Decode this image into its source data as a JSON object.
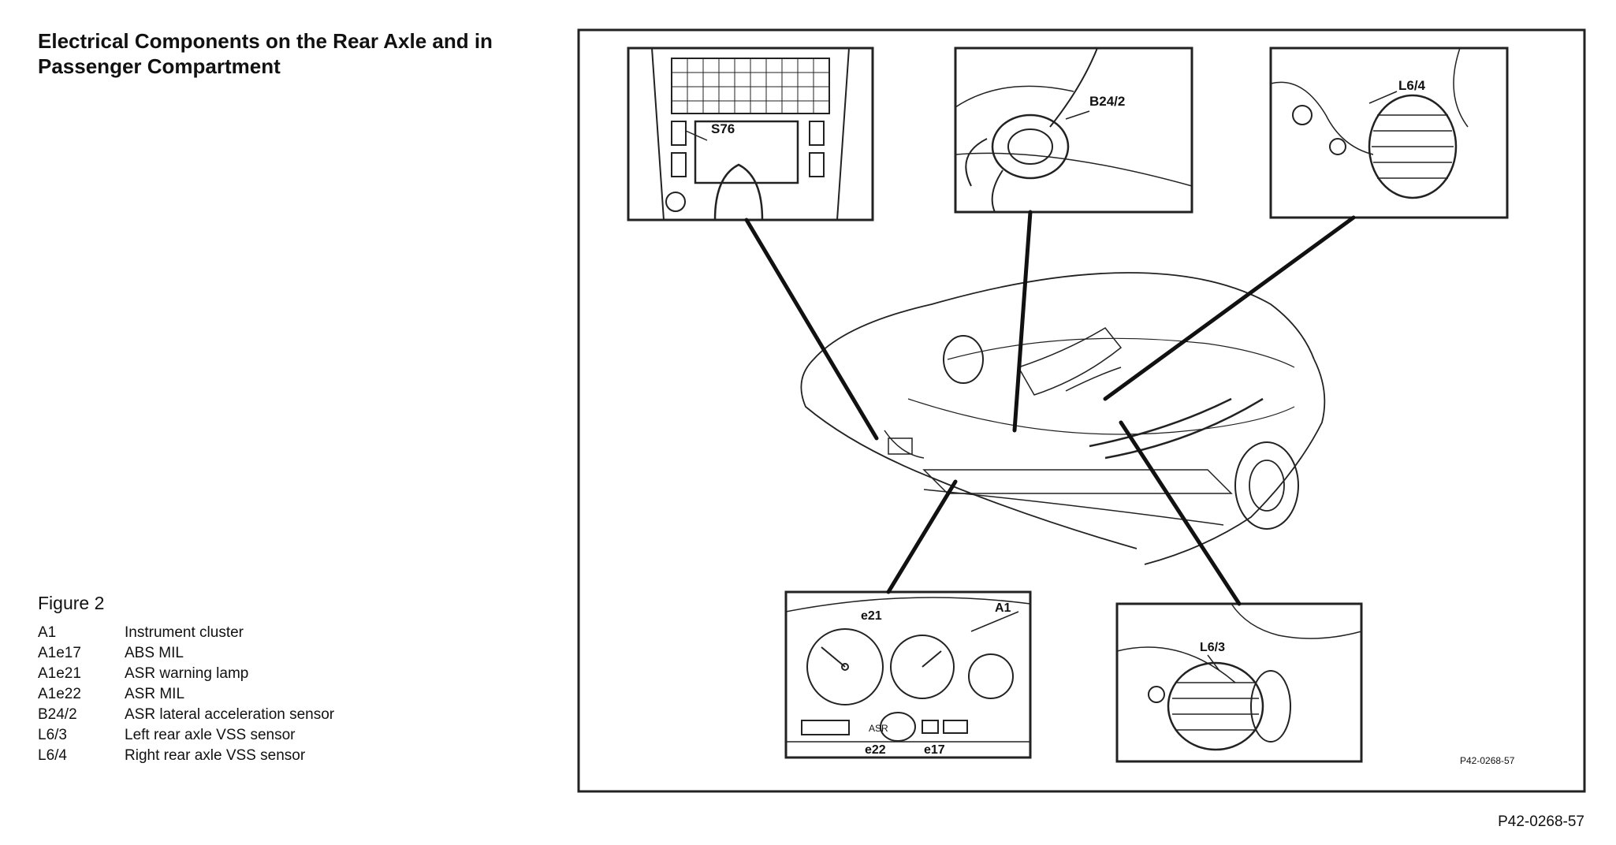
{
  "title": "Electrical Components on the Rear Axle and in Passenger Compartment",
  "figure_label": "Figure 2",
  "legend": [
    {
      "code": "A1",
      "description": "Instrument cluster"
    },
    {
      "code": "A1e17",
      "description": "ABS MIL"
    },
    {
      "code": "A1e21",
      "description": "ASR warning lamp"
    },
    {
      "code": "A1e22",
      "description": "ASR MIL"
    },
    {
      "code": "B24/2",
      "description": "ASR lateral acceleration sensor"
    },
    {
      "code": "L6/3",
      "description": "Left rear axle VSS sensor"
    },
    {
      "code": "L6/4",
      "description": "Right rear axle VSS sensor"
    }
  ],
  "callouts": {
    "s76": "S76",
    "b24_2": "B24/2",
    "l6_4": "L6/4",
    "l6_3": "L6/3",
    "a1": "A1",
    "e21": "e21",
    "e22": "e22",
    "e17": "e17",
    "asr": "ASR"
  },
  "inner_reference": "P42-0268-57",
  "figure_reference": "P42-0268-57"
}
